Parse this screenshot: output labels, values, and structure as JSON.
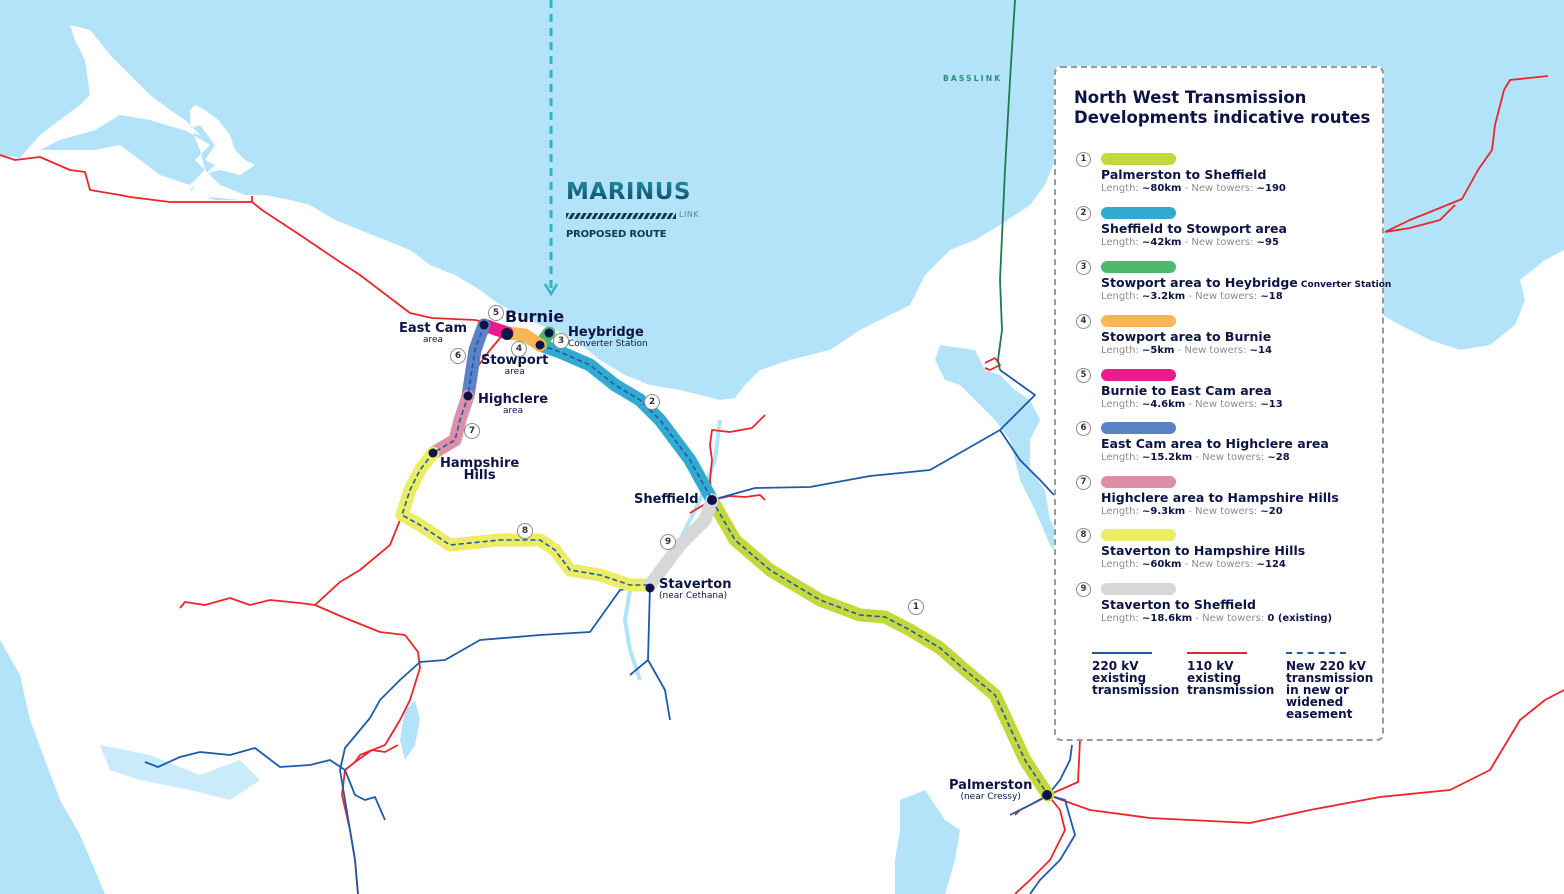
{
  "map": {
    "title_line1": "North West Transmission",
    "title_line2": "Developments indicative routes",
    "colors": {
      "sea": "#b3e3f8",
      "land": "#ffffff",
      "line_220kv": "#1f5aa6",
      "line_110kv": "#e8262b",
      "basslink": "#1f7a4e",
      "marinus_route": "#2ab7c4",
      "label": "#0d1445"
    },
    "marinus": {
      "title": "MARINUS",
      "subtitle": "LINK",
      "caption": "PROPOSED ROUTE"
    },
    "basslink_label": "BASSLINK",
    "places": [
      {
        "id": "burnie",
        "name": "Burnie",
        "sub": ""
      },
      {
        "id": "east-cam",
        "name": "East Cam",
        "sub": "area"
      },
      {
        "id": "heybridge",
        "name": "Heybridge",
        "sub": "Converter Station"
      },
      {
        "id": "stowport",
        "name": "Stowport",
        "sub": "area"
      },
      {
        "id": "highclere",
        "name": "Highclere",
        "sub": "area"
      },
      {
        "id": "hampshire-hills",
        "name": "Hampshire",
        "name2": "Hills"
      },
      {
        "id": "sheffield",
        "name": "Sheffield",
        "sub": ""
      },
      {
        "id": "staverton",
        "name": "Staverton",
        "sub": "(near Cethana)"
      },
      {
        "id": "palmerston",
        "name": "Palmerston",
        "sub": "(near Cressy)"
      }
    ],
    "route_badges": [
      "1",
      "2",
      "3",
      "4",
      "5",
      "6",
      "7",
      "8",
      "9"
    ]
  },
  "legend": {
    "routes": [
      {
        "num": "1",
        "color": "#c3d83c",
        "name": "Palmerston to Sheffield",
        "name_small": "",
        "length_label": "Length: ",
        "length": "~80km",
        "sep": " - New towers: ",
        "towers": "~190"
      },
      {
        "num": "2",
        "color": "#31a9d1",
        "name": "Sheffield to Stowport area",
        "name_small": "",
        "length_label": "Length: ",
        "length": "~42km",
        "sep": " - New towers: ",
        "towers": "~95"
      },
      {
        "num": "3",
        "color": "#4cb96f",
        "name": "Stowport area to Heybridge",
        "name_small": " Converter Station",
        "length_label": "Length: ",
        "length": "~3.2km",
        "sep": " - New towers: ",
        "towers": "~18"
      },
      {
        "num": "4",
        "color": "#f8b654",
        "name": "Stowport area to Burnie",
        "name_small": "",
        "length_label": "Length: ",
        "length": "~5km",
        "sep": " - New towers: ",
        "towers": "~14"
      },
      {
        "num": "5",
        "color": "#ec1a8c",
        "name": "Burnie to East Cam area",
        "name_small": "",
        "length_label": "Length: ",
        "length": "~4.6km",
        "sep": " - New towers: ",
        "towers": "~13"
      },
      {
        "num": "6",
        "color": "#5b82c4",
        "name": "East Cam area to Highclere area",
        "name_small": "",
        "length_label": "Length: ",
        "length": "~15.2km",
        "sep": " - New towers: ",
        "towers": "~28"
      },
      {
        "num": "7",
        "color": "#dc8fa8",
        "name": "Highclere area to Hampshire Hills",
        "name_small": "",
        "length_label": "Length: ",
        "length": "~9.3km",
        "sep": " - New towers: ",
        "towers": "~20"
      },
      {
        "num": "8",
        "color": "#ecec66",
        "name": "Staverton to Hampshire Hills",
        "name_small": "",
        "length_label": "Length: ",
        "length": "~60km",
        "sep": " - New towers: ",
        "towers": "~124"
      },
      {
        "num": "9",
        "color": "#d6d7d9",
        "name": "Staverton to Sheffield",
        "name_small": "",
        "length_label": "Length: ",
        "length": "~18.6km",
        "sep": " - New towers: ",
        "towers": "0 (existing)"
      }
    ],
    "line_keys": [
      {
        "label": "220 kV existing transmission",
        "l1": "220 kV",
        "l2": "existing",
        "l3": "transmission",
        "l4": "",
        "l5": "",
        "color": "#1f5aa6",
        "style": "solid"
      },
      {
        "label": "110 kV existing transmission",
        "l1": "110 kV",
        "l2": "existing",
        "l3": "transmission",
        "l4": "",
        "l5": "",
        "color": "#e8262b",
        "style": "solid"
      },
      {
        "label": "New 220 kV transmission in new or widened easement",
        "l1": "New 220 kV",
        "l2": "transmission",
        "l3": "in new or",
        "l4": "widened",
        "l5": "easement",
        "color": "#1f5aa6",
        "style": "dashed"
      }
    ]
  }
}
